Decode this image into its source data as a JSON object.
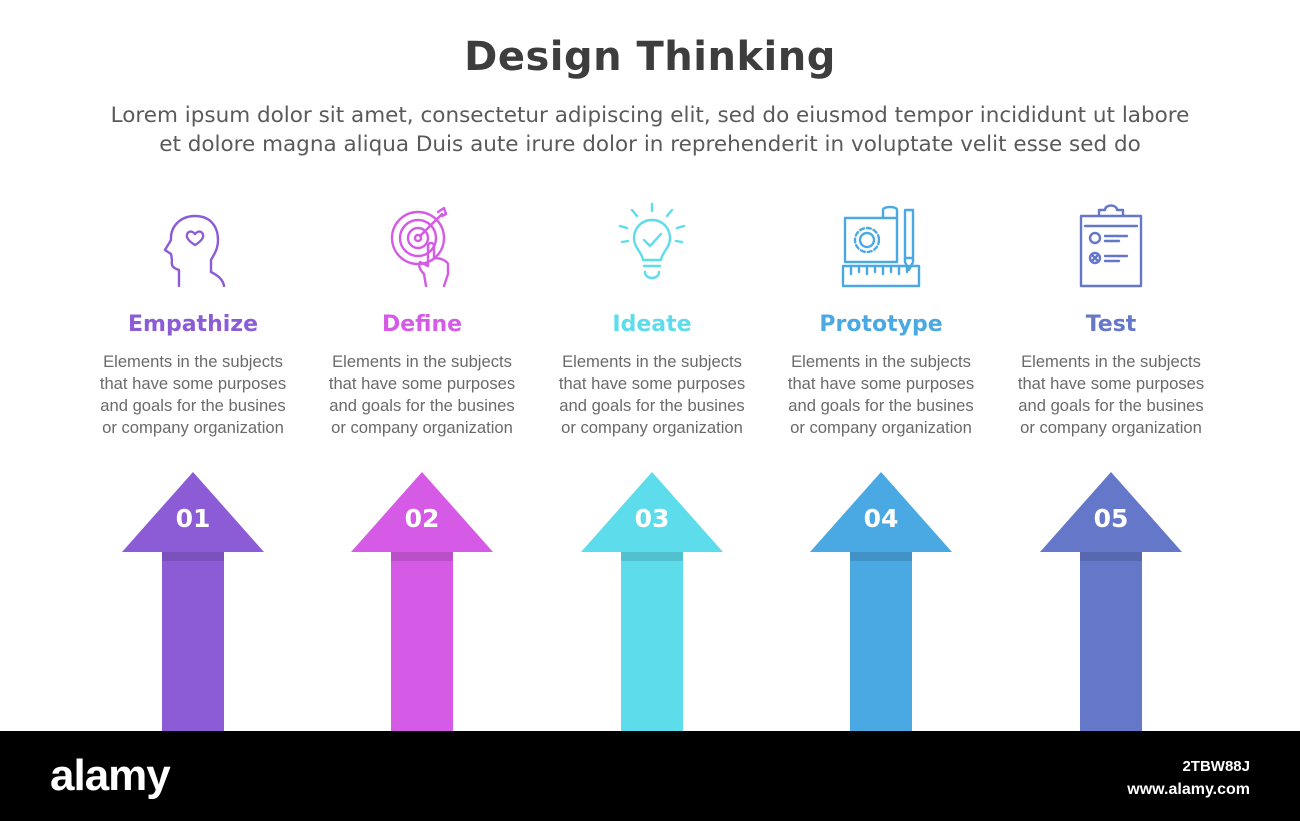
{
  "header": {
    "title": "Design Thinking",
    "subtitle_lines": [
      "Lorem ipsum dolor sit amet, consectetur adipiscing elit, sed do eiusmod tempor incididunt ut labore",
      "et dolore magna aliqua Duis aute irure dolor in reprehenderit in voluptate velit esse sed do"
    ]
  },
  "steps": [
    {
      "number": "01",
      "title": "Empathize",
      "icon": "head-heart-icon",
      "color": "#8b5cd6",
      "desc": [
        "Elements in the subjects",
        "that have some purposes",
        "and goals for the  busines",
        " or company organization"
      ]
    },
    {
      "number": "02",
      "title": "Define",
      "icon": "target-click-icon",
      "color": "#d55be6",
      "desc": [
        "Elements in the subjects",
        "that have some purposes",
        "and goals for the  busines",
        " or company organization"
      ]
    },
    {
      "number": "03",
      "title": "Ideate",
      "icon": "lightbulb-check-icon",
      "color": "#5ddcec",
      "desc": [
        "Elements in the subjects",
        "that have some purposes",
        "and goals for the  busines",
        " or company organization"
      ]
    },
    {
      "number": "04",
      "title": "Prototype",
      "icon": "blueprint-ruler-icon",
      "color": "#4aa8e3",
      "desc": [
        "Elements in the subjects",
        "that have some purposes",
        "and goals for the  busines",
        " or company organization"
      ]
    },
    {
      "number": "05",
      "title": "Test",
      "icon": "clipboard-checklist-icon",
      "color": "#6577c9",
      "desc": [
        "Elements in the subjects",
        "that have some purposes",
        "and goals for the  busines",
        " or company organization"
      ]
    }
  ],
  "footer": {
    "logo": "alamy",
    "image_id": "2TBW88J",
    "site": "www.alamy.com"
  }
}
